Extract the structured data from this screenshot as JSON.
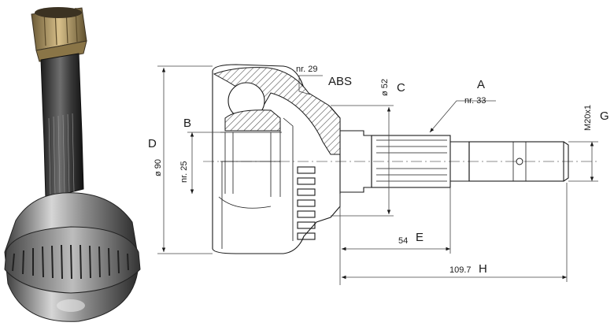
{
  "labels": {
    "abs": "ABS",
    "a": "A",
    "b": "B",
    "c": "C",
    "d": "D",
    "e": "E",
    "g": "G",
    "h": "H"
  },
  "dimensions": {
    "abs_teeth": "nr. 29",
    "outer_spline": "nr. 33",
    "inner_spline": "nr. 25",
    "seal_diameter": "ø 52",
    "outer_diameter": "ø 90",
    "thread": "M20x1",
    "length_e": "54",
    "length_h": "109.7"
  },
  "colors": {
    "line": "#1a1a1a",
    "hatch": "#555555",
    "metal_dark": "#2b2b2b",
    "metal_light": "#c9c9c9",
    "nut_gold": "#b89a5a"
  }
}
